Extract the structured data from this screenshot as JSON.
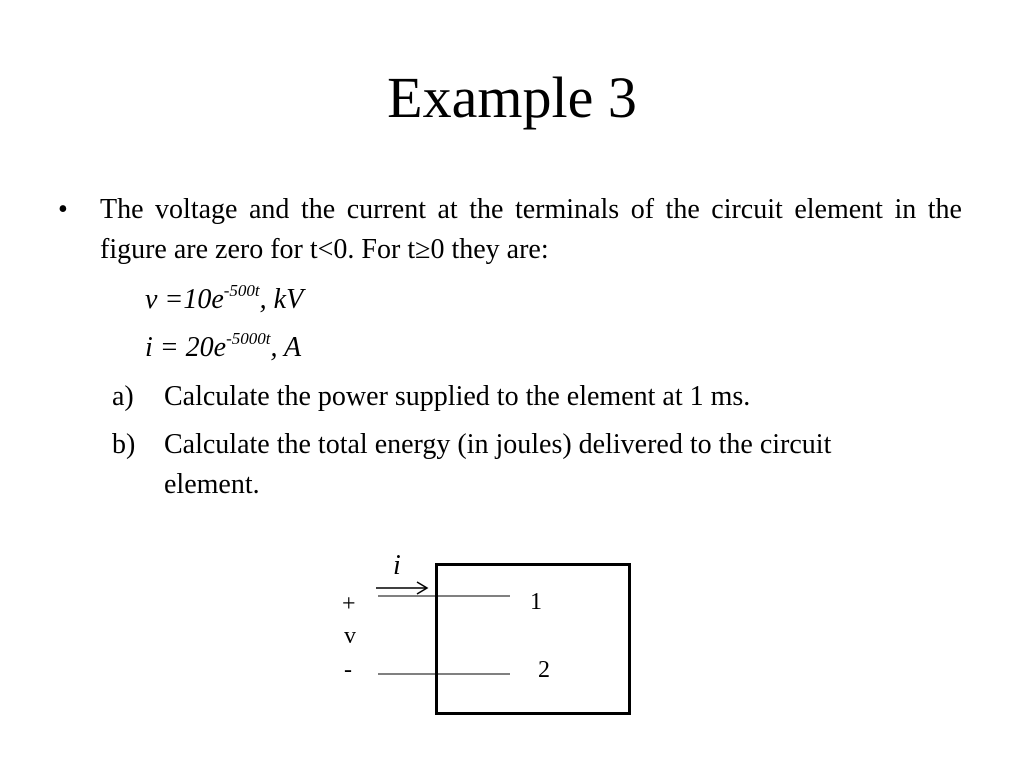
{
  "slide": {
    "title": "Example 3",
    "bullet_symbol": "•",
    "intro": "The voltage and the current at the terminals of the circuit element in the figure are zero for t<0. For t≥0 they are:",
    "equations": [
      {
        "base": "v =10e",
        "exponent": "-500t",
        "tail": ", kV"
      },
      {
        "base": "i = 20e",
        "exponent": "-5000t",
        "tail": ", A"
      }
    ],
    "items": [
      {
        "marker": "a)",
        "text": "Calculate the power supplied to the element at 1 ms."
      },
      {
        "marker": "b)",
        "text": "Calculate the total energy (in joules) delivered to the circuit element."
      }
    ]
  },
  "figure": {
    "current_label": "i",
    "plus_label": "+",
    "voltage_label": "v",
    "minus_label": "-",
    "terminal_1": "1",
    "terminal_2": "2"
  }
}
